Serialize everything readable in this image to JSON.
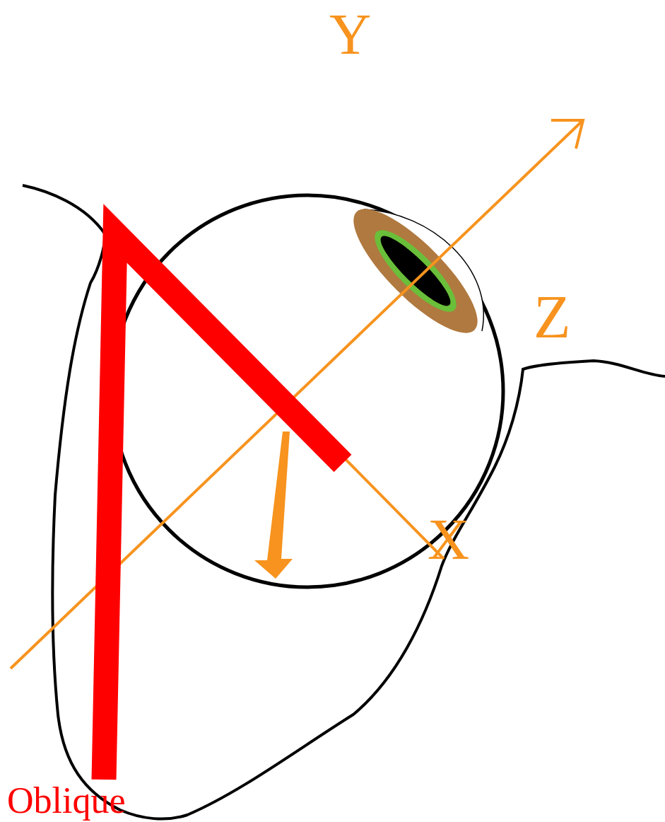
{
  "diagram": {
    "labels": [
      "Y",
      "Z",
      "X",
      "Oblique"
    ]
  }
}
